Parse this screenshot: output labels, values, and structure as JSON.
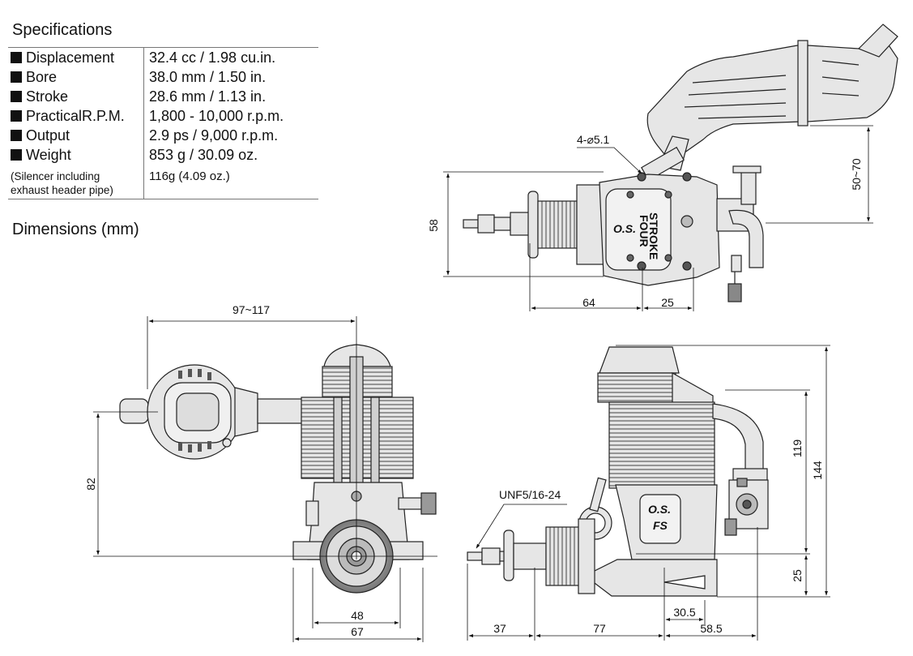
{
  "specs": {
    "title": "Specifications",
    "rows": [
      {
        "name": "Displacement",
        "value": "32.4 cc / 1.98 cu.in."
      },
      {
        "name": "Bore",
        "value": "38.0 mm / 1.50 in."
      },
      {
        "name": "Stroke",
        "value": "28.6 mm / 1.13 in."
      },
      {
        "name": "PracticalR.P.M.",
        "value": "1,800 - 10,000 r.p.m."
      },
      {
        "name": "Output",
        "value": "2.9 ps / 9,000 r.p.m."
      },
      {
        "name": "Weight",
        "value": "853 g / 30.09 oz."
      }
    ],
    "note_line1": "(Silencer including",
    "note_line2": "exhaust header pipe)",
    "note_value": "116g (4.09 oz.)"
  },
  "dimensions": {
    "title": "Dimensions (mm)",
    "top_view": {
      "hole_label": "4-⌀5.1",
      "height": "58",
      "silencer_range": "50~70",
      "crank_length": "64",
      "mount_offset": "25"
    },
    "front_view": {
      "muffler_span": "97~117",
      "shaft_height": "82",
      "inner_width": "48",
      "outer_width": "67"
    },
    "side_view": {
      "thread": "UNF5/16-24",
      "head_height": "119",
      "total_height": "144",
      "base_height": "25",
      "shaft_length": "37",
      "body_length": "77",
      "mount_length": "30.5",
      "rear_length": "58.5"
    },
    "logo": {
      "brand": "O.S.",
      "model": "FS",
      "engine_text": "FOUR STROKE"
    }
  }
}
